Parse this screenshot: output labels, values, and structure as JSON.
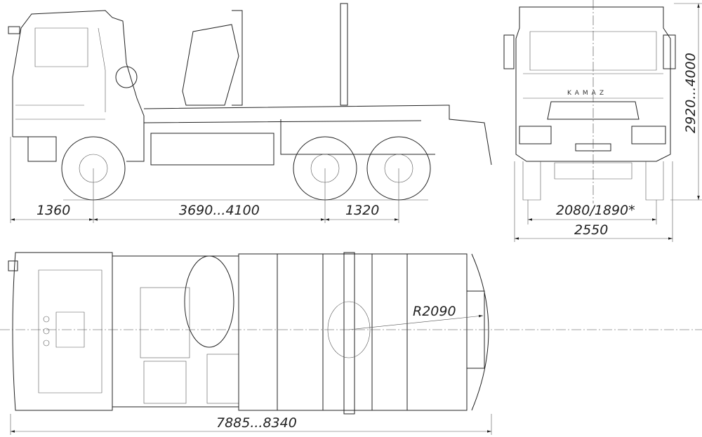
{
  "drawing": {
    "brand_logo": "KAMAZ",
    "dimensions": {
      "front_overhang": "1360",
      "wheelbase": "3690...4100",
      "rear_axle_spacing": "1320",
      "track": "2080/1890*",
      "overall_width": "2550",
      "height": "2920...4000",
      "turn_radius": "R2090",
      "overall_length": "7885...8340"
    }
  }
}
